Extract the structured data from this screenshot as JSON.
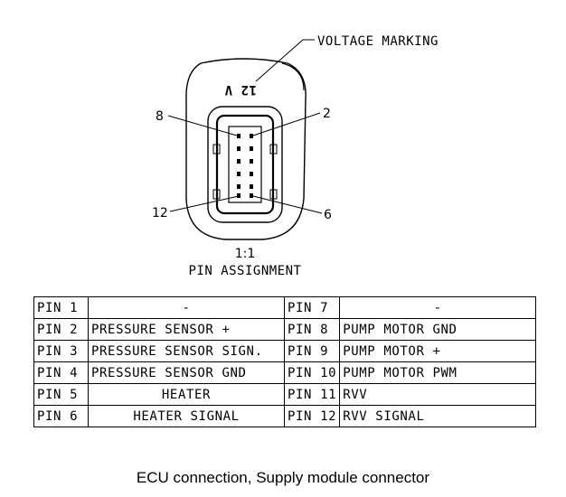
{
  "diagram": {
    "voltage_marking_label": "VOLTAGE MARKING",
    "voltage_text": "12 V",
    "callouts": {
      "pin8": "8",
      "pin2": "2",
      "pin12": "12",
      "pin6": "6"
    },
    "scale": "1:1",
    "title": "PIN ASSIGNMENT"
  },
  "table": {
    "rows": [
      {
        "pin_a": "PIN 1",
        "desc_a": "-",
        "pin_b": "PIN 7",
        "desc_b": "-"
      },
      {
        "pin_a": "PIN 2",
        "desc_a": "PRESSURE SENSOR +",
        "pin_b": "PIN 8",
        "desc_b": "PUMP MOTOR GND"
      },
      {
        "pin_a": "PIN 3",
        "desc_a": "PRESSURE SENSOR SIGN.",
        "pin_b": "PIN 9",
        "desc_b": "PUMP MOTOR +"
      },
      {
        "pin_a": "PIN 4",
        "desc_a": "PRESSURE SENSOR GND",
        "pin_b": "PIN 10",
        "desc_b": "PUMP MOTOR PWM"
      },
      {
        "pin_a": "PIN 5",
        "desc_a": "HEATER",
        "pin_b": "PIN 11",
        "desc_b": "RVV"
      },
      {
        "pin_a": "PIN 6",
        "desc_a": "HEATER SIGNAL",
        "pin_b": "PIN 12",
        "desc_b": "RVV SIGNAL"
      }
    ]
  },
  "caption": "ECU connection, Supply module connector"
}
